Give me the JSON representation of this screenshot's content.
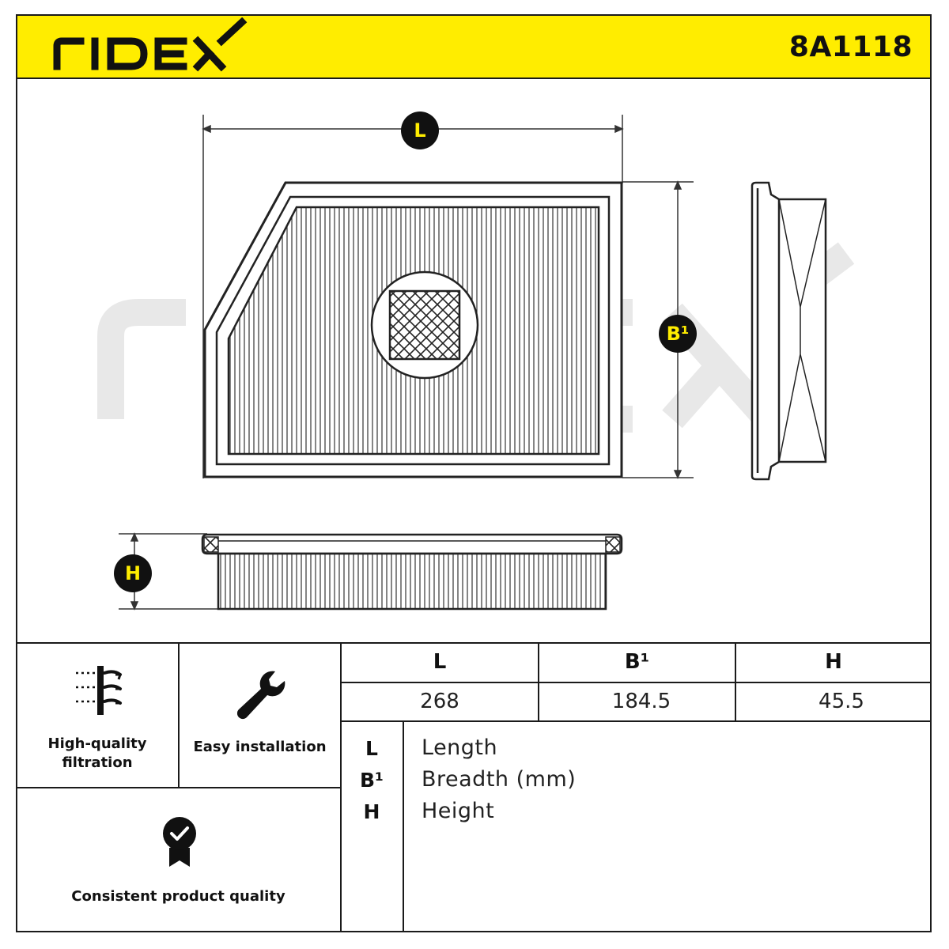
{
  "header": {
    "brand": "RIDEX",
    "part_number": "8A1118",
    "accent_color": "#ffed00"
  },
  "drawing": {
    "dimension_labels": {
      "length": "L",
      "breadth": "B¹",
      "height": "H"
    },
    "watermark_color": "#e8e8e8"
  },
  "features": [
    {
      "icon": "filtration-icon",
      "label_line1": "High-quality",
      "label_line2": "filtration"
    },
    {
      "icon": "wrench-icon",
      "label": "Easy installation"
    },
    {
      "icon": "quality-badge-icon",
      "label": "Consistent product quality"
    }
  ],
  "dimensions_table": {
    "headers": [
      "L",
      "B¹",
      "H"
    ],
    "values": [
      "268",
      "184.5",
      "45.5"
    ]
  },
  "legend": [
    {
      "key": "L",
      "text": "Length"
    },
    {
      "key": "B¹",
      "text": "Breadth (mm)"
    },
    {
      "key": "H",
      "text": "Height"
    }
  ]
}
